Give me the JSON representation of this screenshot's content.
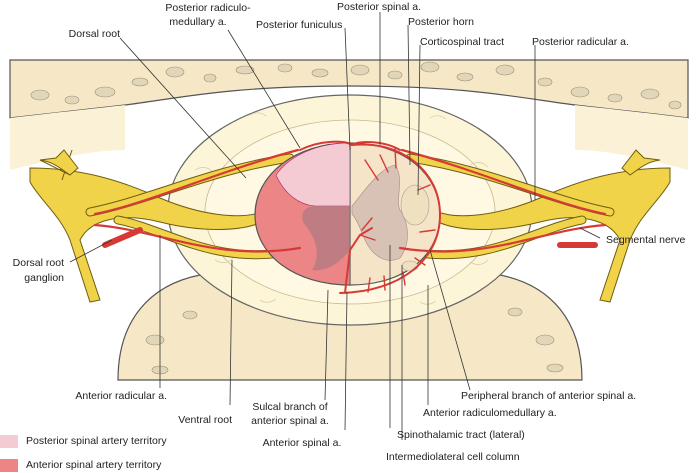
{
  "labels": {
    "posterior_radiculo_1": "Posterior radiculo-",
    "posterior_radiculo_2": "medullary a.",
    "posterior_spinal": "Posterior spinal a.",
    "dorsal_root": "Dorsal root",
    "posterior_funiculus": "Posterior funiculus",
    "posterior_horn": "Posterior horn",
    "corticospinal": "Corticospinal tract",
    "posterior_radicular": "Posterior radicular a.",
    "segmental_nerve": "Segmental nerve",
    "drg_1": "Dorsal root",
    "drg_2": "ganglion",
    "anterior_radicular": "Anterior radicular a.",
    "ventral_root": "Ventral root",
    "sulcal_1": "Sulcal branch of",
    "sulcal_2": "anterior spinal a.",
    "anterior_spinal": "Anterior spinal a.",
    "peripheral_branch": "Peripheral branch of anterior spinal a.",
    "anterior_radiculomedullary": "Anterior radiculomedullary a.",
    "spinothalamic": "Spinothalamic tract (lateral)",
    "intermediolateral": "Intermediolateral cell column"
  },
  "legend": [
    {
      "label": "Posterior spinal artery territory",
      "color": "#f4cbd2"
    },
    {
      "label": "Anterior spinal artery territory",
      "color": "#ec8585"
    }
  ],
  "colors": {
    "bone": "#f6e8c6",
    "canal": "#fdf5d8",
    "nerve": "#f1d34a",
    "artery": "#d63a36",
    "cord_gray": "#c2a3a5"
  }
}
